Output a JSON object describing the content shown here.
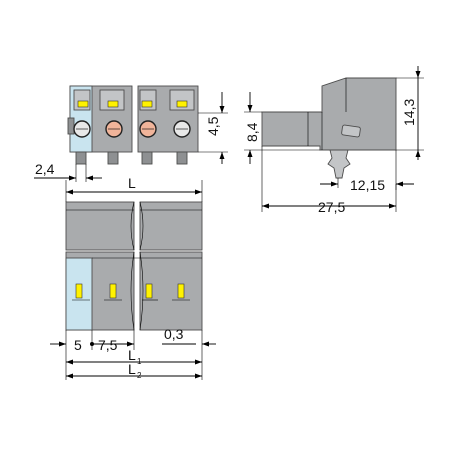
{
  "colors": {
    "housing": "#a9abad",
    "housing_light": "#c3c5c7",
    "coding_blue": "#c9e4ef",
    "marker_yellow": "#fff200",
    "screw_orange": "#f0b49a"
  },
  "dimensions": {
    "front_pitch_offset": "2,4",
    "front_height": "4,5",
    "side_height_inner": "8,4",
    "side_height_total": "14,3",
    "side_pin_offset": "12,15",
    "side_length": "27,5",
    "top_width": "L",
    "bottom_pitch_first": "5",
    "bottom_pitch": "7,5",
    "bottom_gap": "0,3",
    "bottom_length_1": "L",
    "bottom_length_1_sub": "1",
    "bottom_length_2": "L",
    "bottom_length_2_sub": "2"
  }
}
